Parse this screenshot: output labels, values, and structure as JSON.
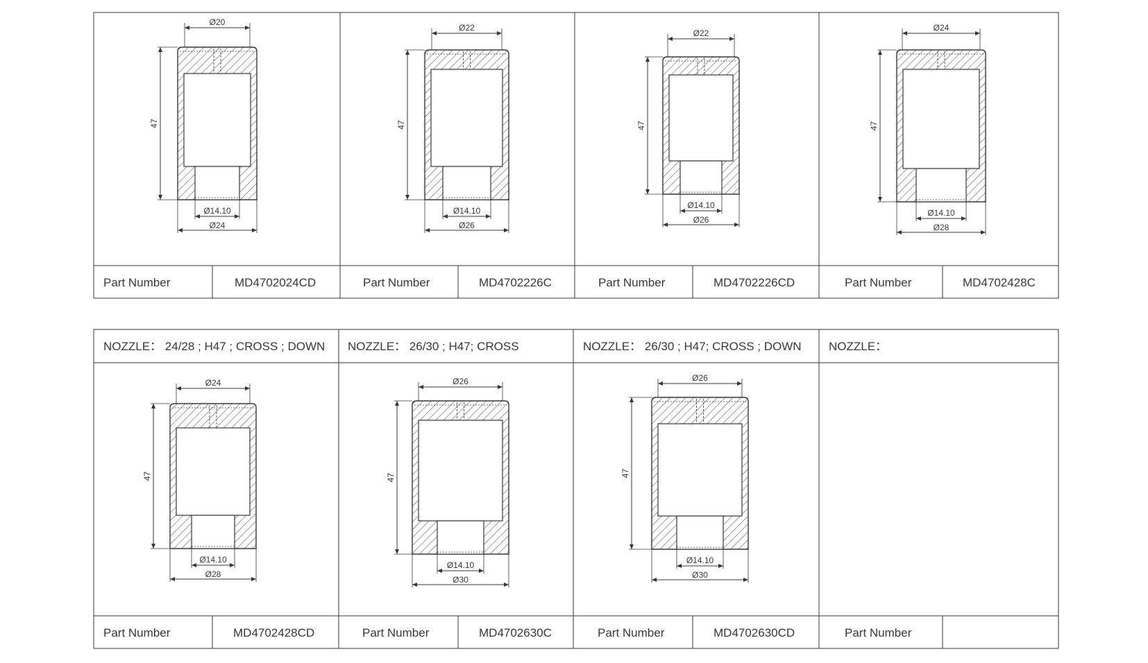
{
  "row1": {
    "cells": [
      {
        "part_label": "Part Number",
        "part_number": "MD4702024CD",
        "dims": {
          "top": "Ø20",
          "height": "47",
          "inner": "Ø14.10",
          "outer": "Ø24"
        }
      },
      {
        "part_label": "Part Number",
        "part_number": "MD4702226C",
        "dims": {
          "top": "Ø22",
          "height": "47",
          "inner": "Ø14.10",
          "outer": "Ø26"
        }
      },
      {
        "part_label": "Part Number",
        "part_number": "MD4702226CD",
        "dims": {
          "top": "Ø22",
          "height": "47",
          "inner": "Ø14.10",
          "outer": "Ø26"
        }
      },
      {
        "part_label": "Part Number",
        "part_number": "MD4702428C",
        "dims": {
          "top": "Ø24",
          "height": "47",
          "inner": "Ø14.10",
          "outer": "Ø28"
        }
      }
    ]
  },
  "row2": {
    "cells": [
      {
        "nozzle": "NOZZLE：  24/28 ; H47 ; CROSS ; DOWN",
        "part_label": "Part Number",
        "part_number": "MD4702428CD",
        "dims": {
          "top": "Ø24",
          "height": "47",
          "inner": "Ø14.10",
          "outer": "Ø28"
        }
      },
      {
        "nozzle": "NOZZLE：  26/30 ; H47; CROSS",
        "part_label": "Part Number",
        "part_number": "MD4702630C",
        "dims": {
          "top": "Ø26",
          "height": "47",
          "inner": "Ø14.10",
          "outer": "Ø30"
        }
      },
      {
        "nozzle": "NOZZLE：  26/30 ; H47; CROSS ; DOWN",
        "part_label": "Part Number",
        "part_number": "MD4702630CD",
        "dims": {
          "top": "Ø26",
          "height": "47",
          "inner": "Ø14.10",
          "outer": "Ø30"
        }
      },
      {
        "nozzle": "NOZZLE：",
        "part_label": "Part Number",
        "part_number": ""
      }
    ]
  }
}
